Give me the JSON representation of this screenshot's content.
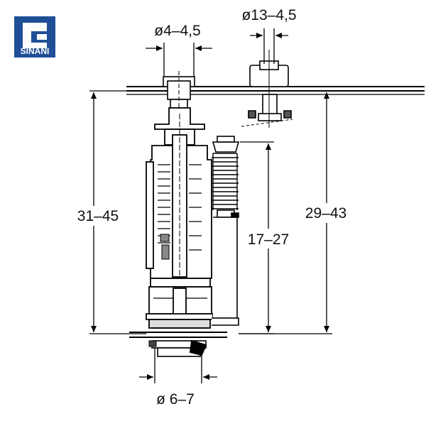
{
  "brand": {
    "name": "SINANI",
    "color": "#1f4f97"
  },
  "dimensions": {
    "top_left_diameter": "ø4–4,5",
    "top_right_diameter": "ø13–4,5",
    "overall_height_left": "31–45",
    "overall_height_right": "29–43",
    "float_height": "17–27",
    "bottom_diameter": "ø 6–7"
  },
  "colors": {
    "line": "#000000",
    "background": "#ffffff",
    "hatch": "#333333"
  }
}
